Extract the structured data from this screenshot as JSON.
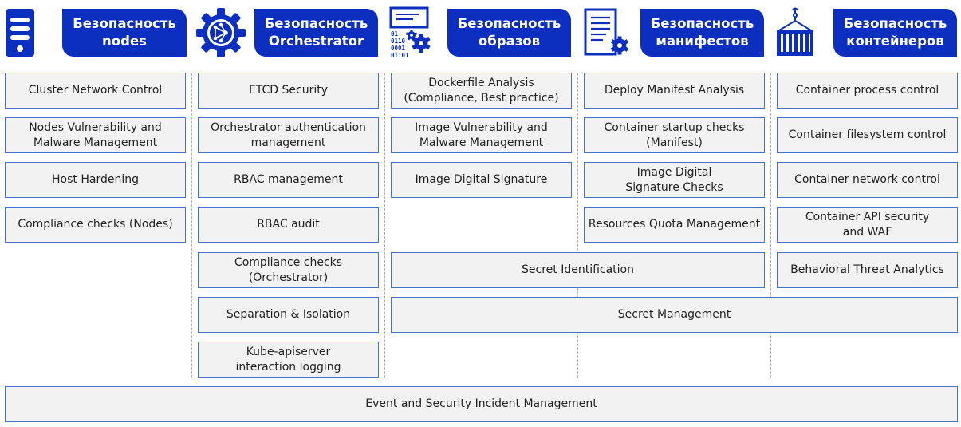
{
  "colors": {
    "header_bg": "#0d2fbf",
    "box_bg": "#f2f2f2",
    "box_border": "#4472c4",
    "icon": "#0d2fbf"
  },
  "headers": [
    {
      "icon": "server-icon",
      "line1": "Безопасность",
      "line2": "nodes"
    },
    {
      "icon": "orchestrator-gear-icon",
      "line1": "Безопасность",
      "line2": "Orchestrator"
    },
    {
      "icon": "image-code-gear-icon",
      "line1": "Безопасность",
      "line2": "образов"
    },
    {
      "icon": "manifest-document-gear-icon",
      "line1": "Безопасность",
      "line2": "манифестов"
    },
    {
      "icon": "shipping-container-icon",
      "line1": "Безопасность",
      "line2": "контейнеров"
    }
  ],
  "icon_text": {
    "code_lines": [
      "01",
      "0110",
      "0001",
      "01101"
    ]
  },
  "columns": {
    "nodes": [
      {
        "line1": "Cluster Network Control",
        "line2": ""
      },
      {
        "line1": "Nodes Vulnerability and",
        "line2": "Malware Management"
      },
      {
        "line1": "Host Hardening",
        "line2": ""
      },
      {
        "line1": "Compliance checks (Nodes)",
        "line2": ""
      }
    ],
    "orchestrator": [
      {
        "line1": "ETCD Security",
        "line2": ""
      },
      {
        "line1": "Orchestrator authentication",
        "line2": "management"
      },
      {
        "line1": "RBAC management",
        "line2": ""
      },
      {
        "line1": "RBAC audit",
        "line2": ""
      },
      {
        "line1": "Compliance checks",
        "line2": "(Orchestrator)"
      },
      {
        "line1": "Separation & Isolation",
        "line2": ""
      },
      {
        "line1": "Kube-apiserver",
        "line2": "interaction logging"
      }
    ],
    "images": [
      {
        "line1": "Dockerfile Analysis",
        "line2": "(Compliance, Best practice)"
      },
      {
        "line1": "Image Vulnerability and",
        "line2": "Malware Management"
      },
      {
        "line1": "Image Digital Signature",
        "line2": ""
      }
    ],
    "manifests": [
      {
        "line1": "Deploy Manifest Analysis",
        "line2": ""
      },
      {
        "line1": "Container startup checks",
        "line2": "(Manifest)"
      },
      {
        "line1": "Image Digital",
        "line2": "Signature Checks"
      },
      {
        "line1": "Resources Quota Management",
        "line2": ""
      }
    ],
    "containers": [
      {
        "line1": "Container process control",
        "line2": ""
      },
      {
        "line1": "Container filesystem control",
        "line2": ""
      },
      {
        "line1": "Container network control",
        "line2": ""
      },
      {
        "line1": "Container API security",
        "line2": "and WAF"
      },
      {
        "line1": "Behavioral Threat Analytics",
        "line2": ""
      }
    ]
  },
  "spanning": {
    "secret_identification": "Secret Identification",
    "secret_management": "Secret Management",
    "event_management": "Event and Security Incident Management"
  }
}
